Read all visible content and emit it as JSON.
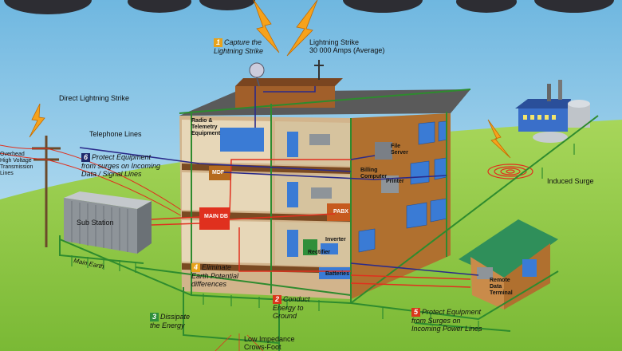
{
  "labels": {
    "capture_number": "1",
    "capture_text": "Capture the\nLightning Strike",
    "lightning_strike": "Lightning Strike\n30 000 Amps (Average)",
    "direct_strike": "Direct Lightning Strike",
    "telephone_lines": "Telephone Lines",
    "overhead_lines": "Overhead\nHigh Voltage\nTransmission\nLines",
    "protect_signal_number": "6",
    "protect_signal_text": "Protect Equipment\nfrom surges on Incoming\nData / Signal Lines",
    "radio_equipment": "Radio &\nTelemetry\nEquipment",
    "mdf": "MDF",
    "main_db": "MAIN DB",
    "sub_station": "Sub Station",
    "main_earth": "Main Earth",
    "file_server": "File\nServer",
    "billing_computer": "Billing\nComputer",
    "printer": "Printer",
    "pabx": "PABX",
    "inverter": "Inverter",
    "rectifier": "Rectifier",
    "batteries": "Batteries",
    "induced_surge": "Induced Surge",
    "eliminate_number": "4",
    "eliminate_text": "Eliminate\nEarth Potential\ndifferences",
    "conduct_number": "2",
    "conduct_text": "Conduct\nEnergy to\nGround",
    "dissipate_number": "3",
    "dissipate_text": "Dissipate\nthe Energy",
    "low_impedance": "Low Impedance\nCrows-Foot",
    "remote_terminal": "Remote\nData\nTerminal",
    "protect_power_number": "5",
    "protect_power_text": "Protect Equipment\nfrom Surges on\nIncoming Power Lines"
  },
  "colors": {
    "sky": "#8ec9e8",
    "grass": "#8cc63f",
    "building_wall": "#b87333",
    "building_dark": "#7a4a22",
    "floor": "#d9c9a3",
    "earth_line": "#2e8b2e",
    "power_line": "#e0301e",
    "data_line": "#2a2a8a",
    "lightning": "#f6a21b",
    "step_badge": "#e8a21b",
    "step_badge_green": "#2f8f3a",
    "step_badge_red": "#d9361b",
    "step_badge_dark": "#1f2a6b"
  },
  "icons": [
    "lightning-bolt-icon",
    "satellite-dish-icon",
    "antenna-icon",
    "cloud-icon",
    "tower-icon",
    "earth-rod-icon"
  ]
}
